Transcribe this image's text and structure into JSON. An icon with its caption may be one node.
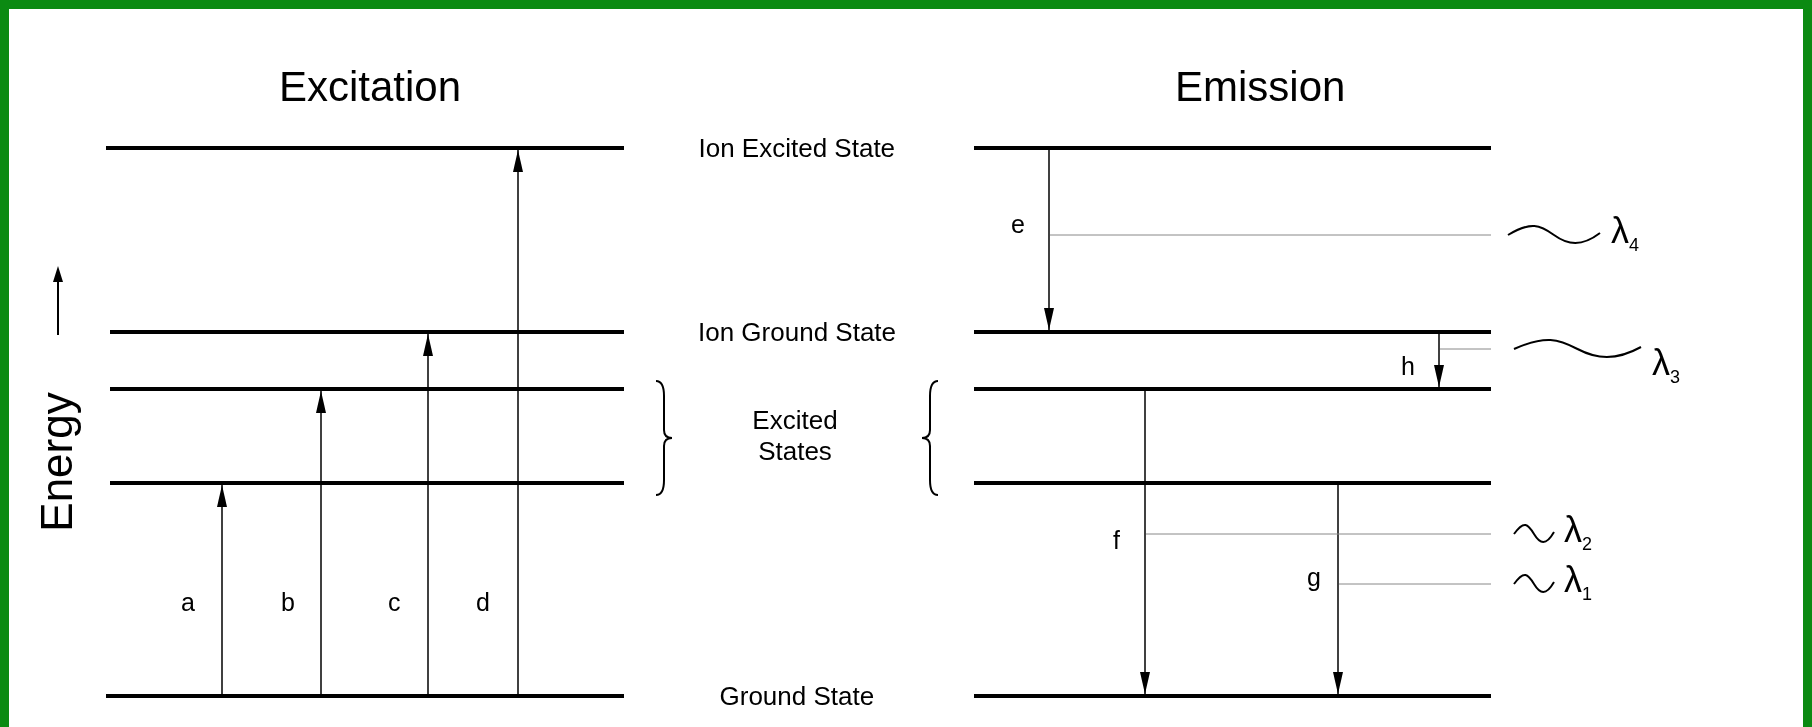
{
  "diagram": {
    "nodes": [
      {
        "text": [],
        "shape": "bar"
      },
      {
        "text": [],
        "shape": "bar"
      },
      {
        "text": [],
        "shape": "bar"
      },
      {
        "text": [],
        "shape": "bar"
      },
      {
        "text": [],
        "shape": "bar"
      },
      {
        "text": [],
        "shape": "bar"
      },
      {
        "text": [],
        "shape": "bar"
      },
      {
        "text": [],
        "shape": "bar"
      },
      {
        "text": [],
        "shape": "bar"
      },
      {
        "text": [],
        "shape": "bar"
      }
    ],
    "edges": [
      {
        "from": 4,
        "to": 3,
        "arrow": "to",
        "label": "a"
      },
      {
        "from": 4,
        "to": 2,
        "arrow": "to",
        "label": "b"
      },
      {
        "from": 4,
        "to": 1,
        "arrow": "to",
        "label": "c"
      },
      {
        "from": 4,
        "to": 0,
        "arrow": "to",
        "label": "d"
      },
      {
        "from": 5,
        "to": 6,
        "arrow": "to",
        "label": "e"
      },
      {
        "from": 6,
        "to": 7,
        "arrow": "to",
        "label": "h"
      },
      {
        "from": 7,
        "to": 9,
        "arrow": "to",
        "label": "f"
      },
      {
        "from": 8,
        "to": 9,
        "arrow": "to",
        "label": "g"
      }
    ],
    "labels": [
      "Excitation",
      "Emission",
      "Ion Excited State",
      "Ion Ground State",
      "Excited States",
      "Ground State",
      "Energy",
      "λ$_{4}$",
      "λ$_{3}$",
      "λ$_{2}$",
      "λ$_{1}$"
    ]
  }
}
